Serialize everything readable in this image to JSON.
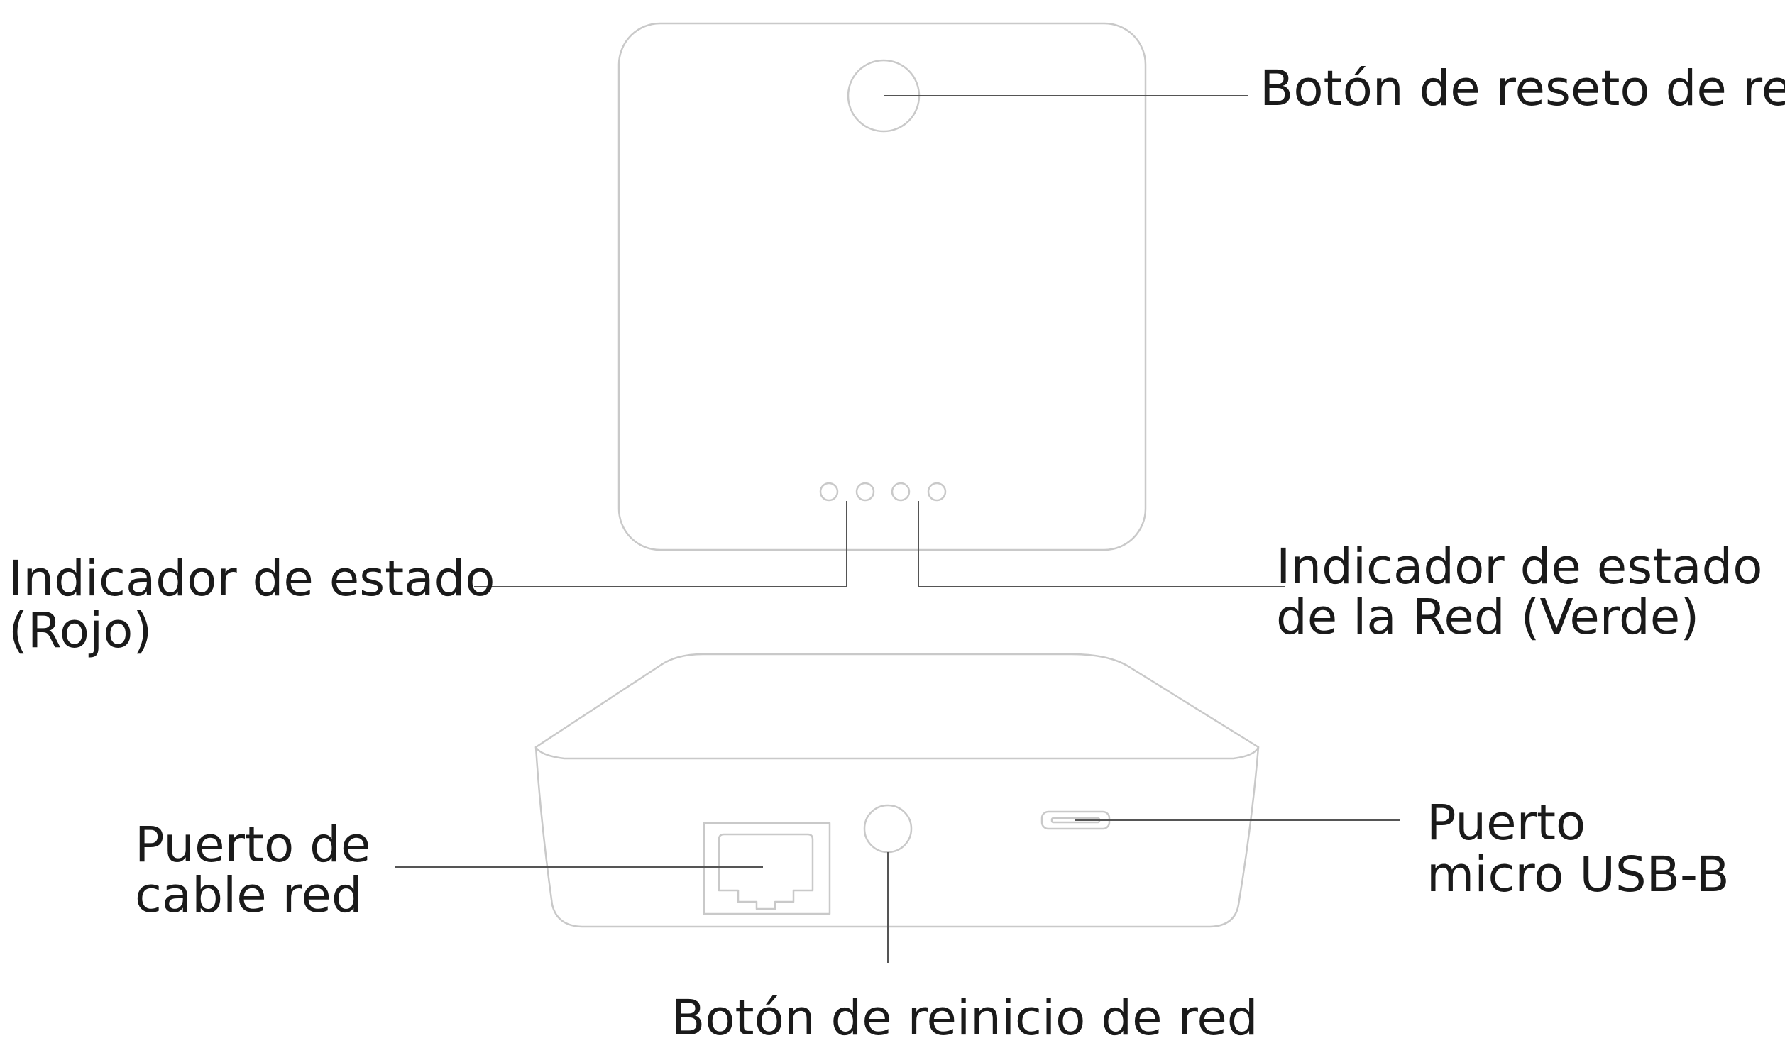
{
  "labels": {
    "network_reset_button_top": "Botón de reseto de red",
    "status_indicator_red": {
      "line1": "Indicador de estado",
      "line2": "(Rojo)"
    },
    "network_status_indicator_green": {
      "line1": "Indicador de estado",
      "line2": "de la Red (Verde)"
    },
    "network_cable_port": {
      "line1": "Puerto de",
      "line2": "cable red"
    },
    "micro_usb_port": {
      "line1": "Puerto",
      "line2": "micro USB-B"
    },
    "network_restart_button": "Botón de reinicio de red"
  },
  "colors": {
    "device_outline": "#c9c9c9",
    "leader_line": "#555555",
    "text": "#1a1a1a",
    "background": "#ffffff"
  }
}
